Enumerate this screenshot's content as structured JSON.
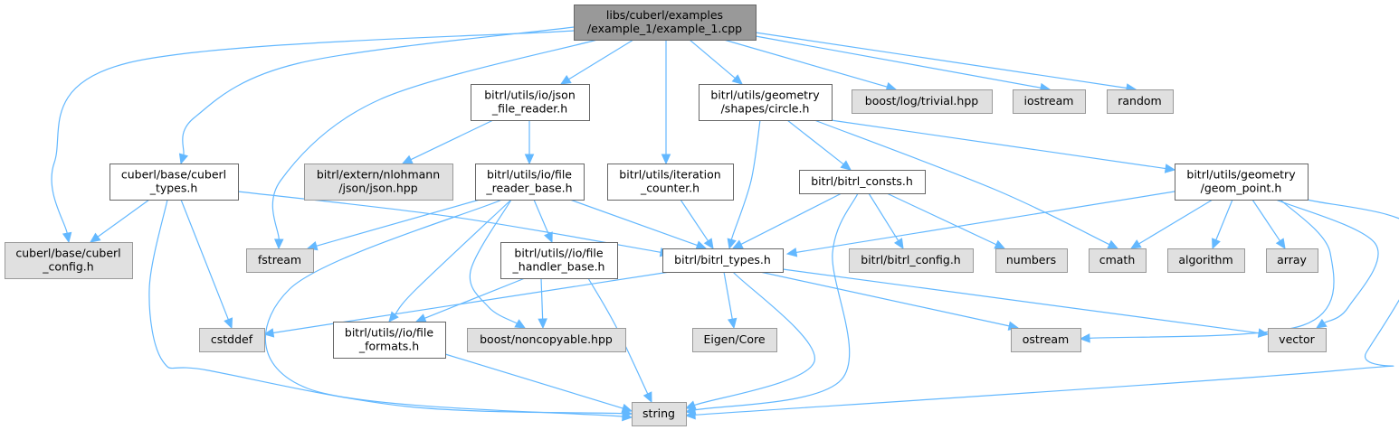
{
  "title": "libs/cuberl/examples/example_1/example_1.cpp include dependency graph",
  "colors": {
    "edge": "#63b8ff",
    "root_fill": "#999999",
    "local_fill": "#ffffff",
    "system_fill": "#e0e0e0"
  },
  "nodes": [
    {
      "id": "root",
      "kind": "root",
      "lines": [
        "libs/cuberl/examples",
        "/example_1/example_1.cpp"
      ]
    },
    {
      "id": "json_file_reader",
      "kind": "local",
      "lines": [
        "bitrl/utils/io/json",
        "_file_reader.h"
      ]
    },
    {
      "id": "circle",
      "kind": "local",
      "lines": [
        "bitrl/utils/geometry",
        "/shapes/circle.h"
      ]
    },
    {
      "id": "boost_log",
      "kind": "system",
      "lines": [
        "boost/log/trivial.hpp"
      ]
    },
    {
      "id": "iostream",
      "kind": "system",
      "lines": [
        "iostream"
      ]
    },
    {
      "id": "random",
      "kind": "system",
      "lines": [
        "random"
      ]
    },
    {
      "id": "cuberl_types",
      "kind": "local",
      "lines": [
        "cuberl/base/cuberl",
        "_types.h"
      ]
    },
    {
      "id": "nlohmann_json",
      "kind": "system",
      "lines": [
        "bitrl/extern/nlohmann",
        "/json/json.hpp"
      ]
    },
    {
      "id": "file_reader_base",
      "kind": "local",
      "lines": [
        "bitrl/utils/io/file",
        "_reader_base.h"
      ]
    },
    {
      "id": "iteration_counter",
      "kind": "local",
      "lines": [
        "bitrl/utils/iteration",
        "_counter.h"
      ]
    },
    {
      "id": "bitrl_consts",
      "kind": "local",
      "lines": [
        "bitrl/bitrl_consts.h"
      ]
    },
    {
      "id": "geom_point",
      "kind": "local",
      "lines": [
        "bitrl/utils/geometry",
        "/geom_point.h"
      ]
    },
    {
      "id": "cuberl_config",
      "kind": "system",
      "lines": [
        "cuberl/base/cuberl",
        "_config.h"
      ]
    },
    {
      "id": "fstream",
      "kind": "system",
      "lines": [
        "fstream"
      ]
    },
    {
      "id": "file_handler_base",
      "kind": "local",
      "lines": [
        "bitrl/utils//io/file",
        "_handler_base.h"
      ]
    },
    {
      "id": "bitrl_types",
      "kind": "local",
      "lines": [
        "bitrl/bitrl_types.h"
      ]
    },
    {
      "id": "bitrl_config",
      "kind": "system",
      "lines": [
        "bitrl/bitrl_config.h"
      ]
    },
    {
      "id": "numbers",
      "kind": "system",
      "lines": [
        "numbers"
      ]
    },
    {
      "id": "cmath",
      "kind": "system",
      "lines": [
        "cmath"
      ]
    },
    {
      "id": "algorithm",
      "kind": "system",
      "lines": [
        "algorithm"
      ]
    },
    {
      "id": "array",
      "kind": "system",
      "lines": [
        "array"
      ]
    },
    {
      "id": "cstddef",
      "kind": "system",
      "lines": [
        "cstddef"
      ]
    },
    {
      "id": "file_formats",
      "kind": "local",
      "lines": [
        "bitrl/utils//io/file",
        "_formats.h"
      ]
    },
    {
      "id": "boost_noncopyable",
      "kind": "system",
      "lines": [
        "boost/noncopyable.hpp"
      ]
    },
    {
      "id": "eigen_core",
      "kind": "system",
      "lines": [
        "Eigen/Core"
      ]
    },
    {
      "id": "ostream",
      "kind": "system",
      "lines": [
        "ostream"
      ]
    },
    {
      "id": "vector",
      "kind": "system",
      "lines": [
        "vector"
      ]
    },
    {
      "id": "string",
      "kind": "system",
      "lines": [
        "string"
      ]
    }
  ],
  "edges": [
    {
      "from": "root",
      "to": "cuberl_types"
    },
    {
      "from": "root",
      "to": "cuberl_config"
    },
    {
      "from": "root",
      "to": "fstream"
    },
    {
      "from": "root",
      "to": "json_file_reader"
    },
    {
      "from": "root",
      "to": "iteration_counter"
    },
    {
      "from": "root",
      "to": "circle"
    },
    {
      "from": "root",
      "to": "boost_log"
    },
    {
      "from": "root",
      "to": "iostream"
    },
    {
      "from": "root",
      "to": "random"
    },
    {
      "from": "json_file_reader",
      "to": "nlohmann_json"
    },
    {
      "from": "json_file_reader",
      "to": "file_reader_base"
    },
    {
      "from": "circle",
      "to": "bitrl_types"
    },
    {
      "from": "circle",
      "to": "bitrl_consts"
    },
    {
      "from": "circle",
      "to": "cmath"
    },
    {
      "from": "circle",
      "to": "geom_point"
    },
    {
      "from": "cuberl_types",
      "to": "cuberl_config"
    },
    {
      "from": "cuberl_types",
      "to": "bitrl_types"
    },
    {
      "from": "cuberl_types",
      "to": "cstddef"
    },
    {
      "from": "cuberl_types",
      "to": "string"
    },
    {
      "from": "file_reader_base",
      "to": "fstream"
    },
    {
      "from": "file_reader_base",
      "to": "bitrl_types"
    },
    {
      "from": "file_reader_base",
      "to": "file_handler_base"
    },
    {
      "from": "file_reader_base",
      "to": "file_formats"
    },
    {
      "from": "file_reader_base",
      "to": "boost_noncopyable"
    },
    {
      "from": "file_reader_base",
      "to": "string"
    },
    {
      "from": "iteration_counter",
      "to": "bitrl_types"
    },
    {
      "from": "bitrl_consts",
      "to": "bitrl_types"
    },
    {
      "from": "bitrl_consts",
      "to": "bitrl_config"
    },
    {
      "from": "bitrl_consts",
      "to": "numbers"
    },
    {
      "from": "bitrl_consts",
      "to": "string"
    },
    {
      "from": "geom_point",
      "to": "bitrl_types"
    },
    {
      "from": "geom_point",
      "to": "cmath"
    },
    {
      "from": "geom_point",
      "to": "algorithm"
    },
    {
      "from": "geom_point",
      "to": "array"
    },
    {
      "from": "geom_point",
      "to": "vector"
    },
    {
      "from": "geom_point",
      "to": "ostream"
    },
    {
      "from": "geom_point",
      "to": "string"
    },
    {
      "from": "file_handler_base",
      "to": "file_formats"
    },
    {
      "from": "file_handler_base",
      "to": "boost_noncopyable"
    },
    {
      "from": "file_handler_base",
      "to": "string"
    },
    {
      "from": "bitrl_types",
      "to": "cstddef"
    },
    {
      "from": "bitrl_types",
      "to": "eigen_core"
    },
    {
      "from": "bitrl_types",
      "to": "ostream"
    },
    {
      "from": "bitrl_types",
      "to": "vector"
    },
    {
      "from": "bitrl_types",
      "to": "string"
    },
    {
      "from": "file_formats",
      "to": "string"
    }
  ]
}
